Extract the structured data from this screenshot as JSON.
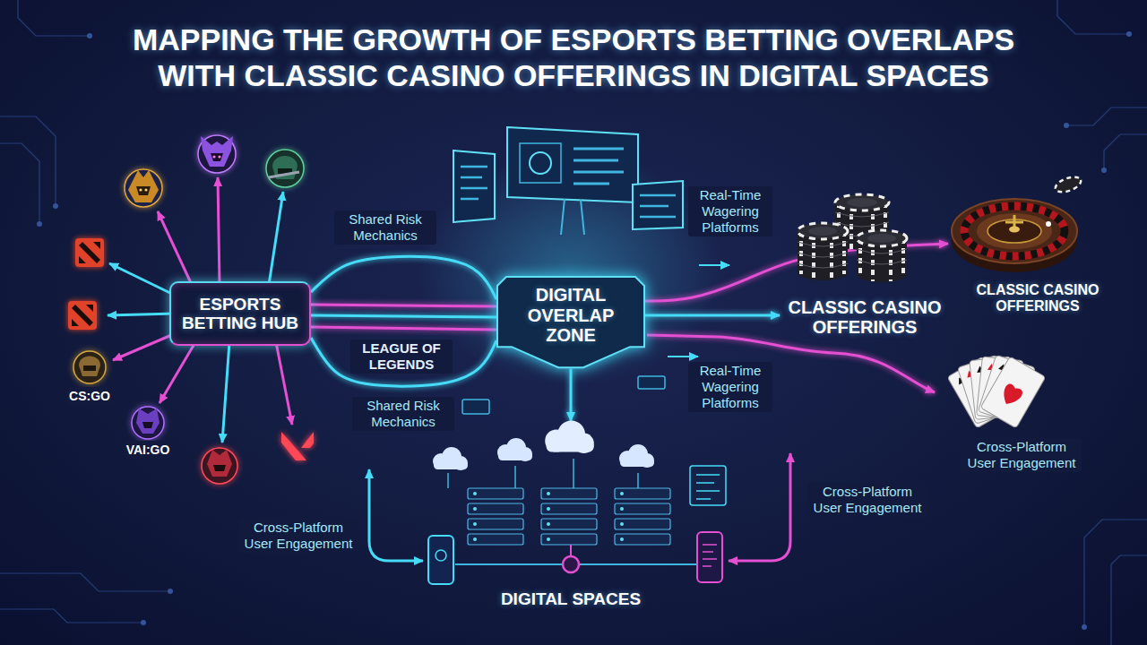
{
  "diagram": {
    "title": "MAPPING THE GROWTH OF ESPORTS BETTING OVERLAPS WITH CLASSIC CASINO OFFERINGS IN DIGITAL SPACES",
    "nodes": [
      {
        "text": [
          "ESPORTS BETTING HUB"
        ]
      },
      {
        "text": [
          "DIGITAL OVERLAP ZONE"
        ]
      },
      {
        "text": [
          "CLASSIC CASINO OFFERINGS"
        ]
      },
      {
        "text": [
          "CLASSIC CASINO OFFERINGS"
        ]
      },
      {
        "text": [
          "DIGITAL SPACES"
        ]
      }
    ],
    "edges": [
      {
        "from": 0,
        "to": 1,
        "arrow": "none"
      },
      {
        "from": 0,
        "to": 1,
        "arrow": "none"
      },
      {
        "from": 0,
        "to": 1,
        "arrow": "none"
      },
      {
        "from": 0,
        "to": 1,
        "arrow": "none"
      },
      {
        "from": 0,
        "to": 1,
        "arrow": "none"
      },
      {
        "from": 1,
        "to": 2,
        "arrow": "to"
      },
      {
        "from": 1,
        "to": 3,
        "arrow": "to"
      },
      {
        "from": 1,
        "to": 4,
        "arrow": "to"
      }
    ],
    "labels": [
      "Real-Time Wagering Platforms",
      "Shared Risk Mechanics",
      "LEAGUE OF LEGENDS",
      "Real-Time Wagering Platforms",
      "CS:GO",
      "Shared Risk Mechanics",
      "VAI:GO",
      "Cross-Platform User Engagement",
      "Cross-Platform User Engagement",
      "Cross-Platform User Engagement"
    ]
  }
}
